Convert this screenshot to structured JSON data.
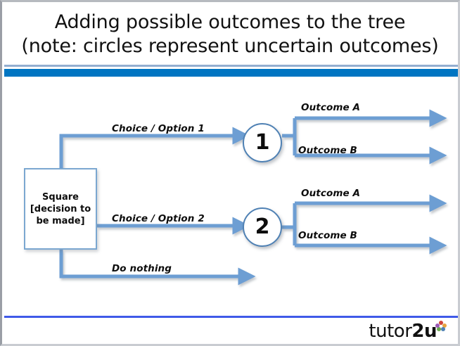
{
  "slide": {
    "title_line_1": "Adding possible outcomes to the tree",
    "title_line_2": "(note: circles represent uncertain outcomes)",
    "accent_color_thin": "#93aed0",
    "accent_color_thick": "#0075c2",
    "footer_rule_color": "#3f5ae8",
    "branch_color": "#6d9ed3",
    "node_border_color": "#4f81b4"
  },
  "tree": {
    "decision_node": {
      "label_line_1": "Square",
      "label_line_2": "[decision to",
      "label_line_3": "be made]"
    },
    "branches": [
      {
        "label": "Choice / Option 1"
      },
      {
        "label": "Choice / Option 2"
      },
      {
        "label": "Do nothing"
      }
    ],
    "chance_nodes": [
      {
        "id": "1",
        "outcomes": [
          {
            "label": "Outcome A"
          },
          {
            "label": "Outcome B"
          }
        ]
      },
      {
        "id": "2",
        "outcomes": [
          {
            "label": "Outcome A"
          },
          {
            "label": "Outcome B"
          }
        ]
      }
    ]
  },
  "footer": {
    "logo_text_light": "tutor",
    "logo_text_bold": "2u",
    "logo_mark": "flower-icon"
  }
}
